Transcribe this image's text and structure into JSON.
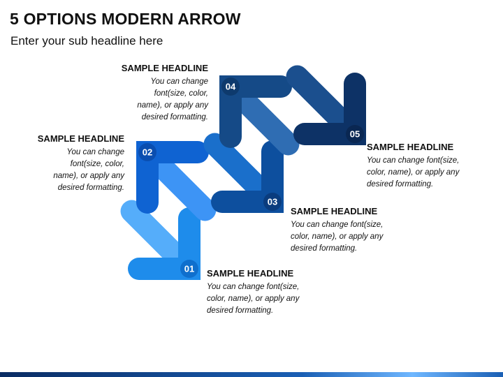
{
  "header": {
    "title": "5 OPTIONS MODERN ARROW",
    "subtitle": "Enter your sub headline here"
  },
  "options": [
    {
      "number": "01",
      "headline": "SAMPLE HEADLINE",
      "body_lines": [
        "You can change font(size,",
        "color, name), or apply any",
        "desired formatting."
      ],
      "colors": {
        "light": "#55adfa",
        "dark": "#1e8ceb",
        "badge": "#0f6fcd"
      }
    },
    {
      "number": "02",
      "headline": "SAMPLE HEADLINE",
      "body_lines": [
        "You can change",
        "font(size, color,",
        "name), or apply any",
        "desired formatting."
      ],
      "colors": {
        "light": "#3d94f5",
        "dark": "#0f63d2",
        "badge": "#0a4eb0"
      }
    },
    {
      "number": "03",
      "headline": "SAMPLE HEADLINE",
      "body_lines": [
        "You can change font(size,",
        "color, name), or apply any",
        "desired formatting."
      ],
      "colors": {
        "light": "#1a6fcb",
        "dark": "#0d4f9e",
        "badge": "#0a3c7e"
      }
    },
    {
      "number": "04",
      "headline": "SAMPLE HEADLINE",
      "body_lines": [
        "You can change",
        "font(size, color,",
        "name), or apply any",
        "desired formatting."
      ],
      "colors": {
        "light": "#2f6db3",
        "dark": "#154a87",
        "badge": "#0e3a6d"
      }
    },
    {
      "number": "05",
      "headline": "SAMPLE HEADLINE",
      "body_lines": [
        "You can change font(size,",
        "color, name), or apply any",
        "desired formatting."
      ],
      "colors": {
        "light": "#1b4f8e",
        "dark": "#0d3266",
        "badge": "#0a2752"
      }
    }
  ]
}
